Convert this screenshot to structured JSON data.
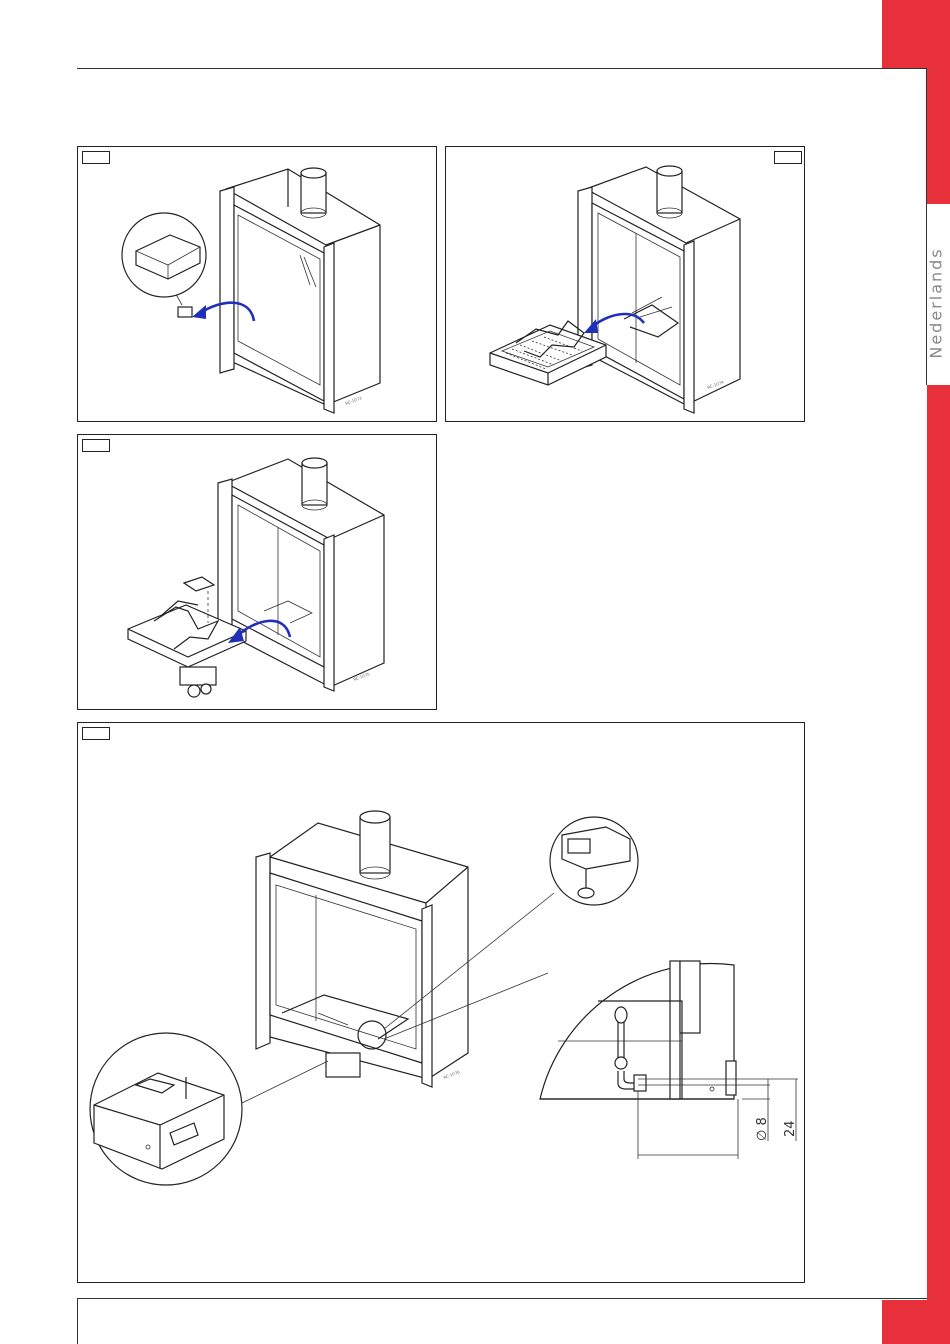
{
  "sidebar": {
    "language_label": "Nederlands",
    "accent_color": "#e8303a"
  },
  "panels": [
    {
      "id": "panel-1",
      "number": ""
    },
    {
      "id": "panel-2",
      "number": ""
    },
    {
      "id": "panel-3",
      "number": ""
    },
    {
      "id": "panel-4",
      "number": ""
    }
  ],
  "dimensions": {
    "diameter": "∅ 8",
    "height": "24"
  },
  "icons": {
    "removal_arrow": "curved-arrow-icon",
    "detail_magnifier": "magnified-detail-icon"
  }
}
